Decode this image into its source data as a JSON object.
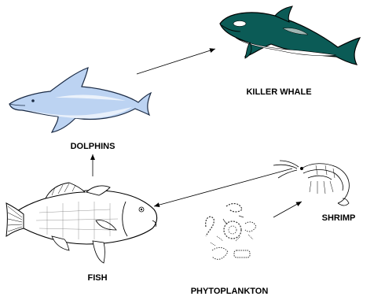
{
  "food_web": {
    "organisms": {
      "killer_whale": "KILLER WHALE",
      "dolphins": "DOLPHINS",
      "fish": "FISH",
      "shrimp": "SHRIMP",
      "phytoplankton": "PHYTOPLANKTON"
    },
    "arrows": [
      {
        "from": "dolphins",
        "to": "killer_whale"
      },
      {
        "from": "fish",
        "to": "dolphins"
      },
      {
        "from": "shrimp",
        "to": "fish"
      },
      {
        "from": "phytoplankton",
        "to": "shrimp"
      }
    ]
  },
  "colors": {
    "whale_body": "#0b5b56",
    "whale_belly": "#ffffff",
    "dolphin_body": "#bcd3f2",
    "dolphin_belly": "#e8f0fb",
    "outline": "#000000"
  }
}
